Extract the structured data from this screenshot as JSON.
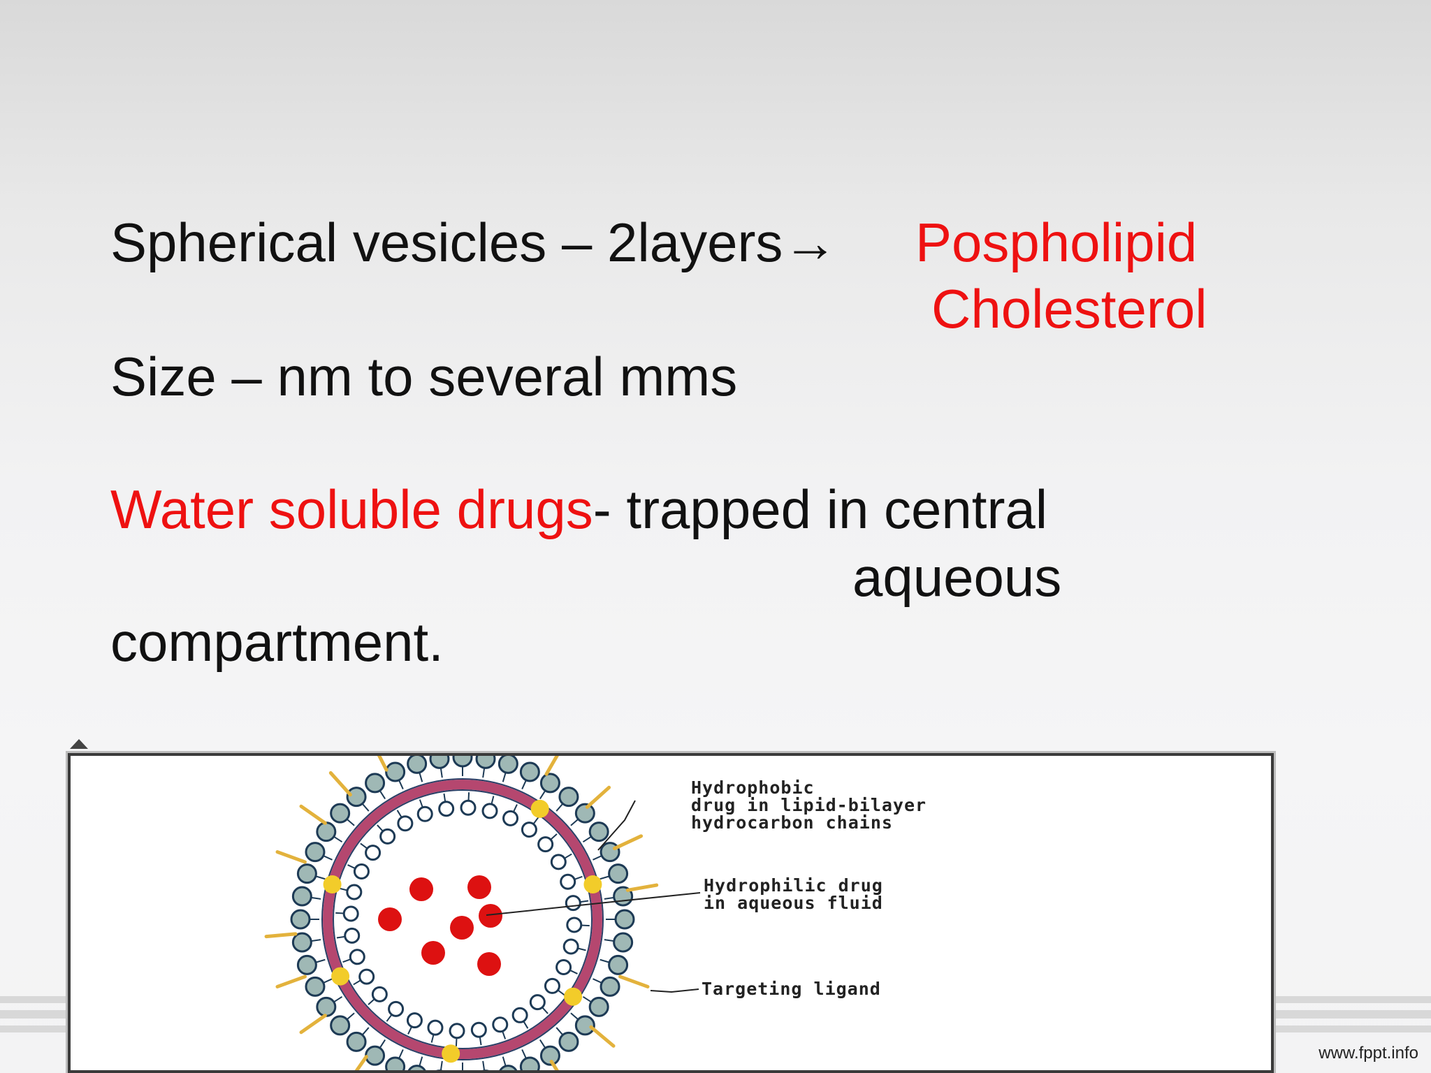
{
  "slide": {
    "line1": {
      "black": "Spherical vesicles – 2layers",
      "arrow": "→",
      "red": "Pospholipid"
    },
    "line1b_red": "Cholesterol",
    "line2": "Size – nm to several mms",
    "line3": {
      "red": "Water soluble drugs",
      "black": "-  trapped in central"
    },
    "line3b": "aqueous",
    "line4": "compartment."
  },
  "figure": {
    "label_hydrophobic": [
      "Hydrophobic",
      "drug in lipid-bilayer",
      "hydrocarbon chains"
    ],
    "label_hydrophilic": [
      "Hydrophilic drug",
      "in aqueous fluid"
    ],
    "label_ligand": "Targeting ligand"
  },
  "footer": {
    "url": "www.fppt.info"
  },
  "colors": {
    "accent_red": "#ee1111",
    "membrane_pink": "#b5476f",
    "lipid_head": "#9fb8b5",
    "drug_yellow": "#f2cc2a",
    "drug_red": "#dd1111"
  }
}
